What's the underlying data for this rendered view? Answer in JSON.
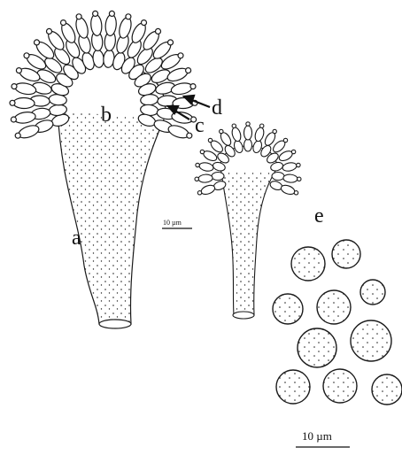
{
  "labels": {
    "a": "a",
    "b": "b",
    "c": "c",
    "d": "d",
    "e": "e"
  },
  "scale_bars": {
    "small": "10 µm",
    "large": "10 µm"
  },
  "colors": {
    "ink": "#1a1a1a",
    "paper": "#ffffff"
  }
}
